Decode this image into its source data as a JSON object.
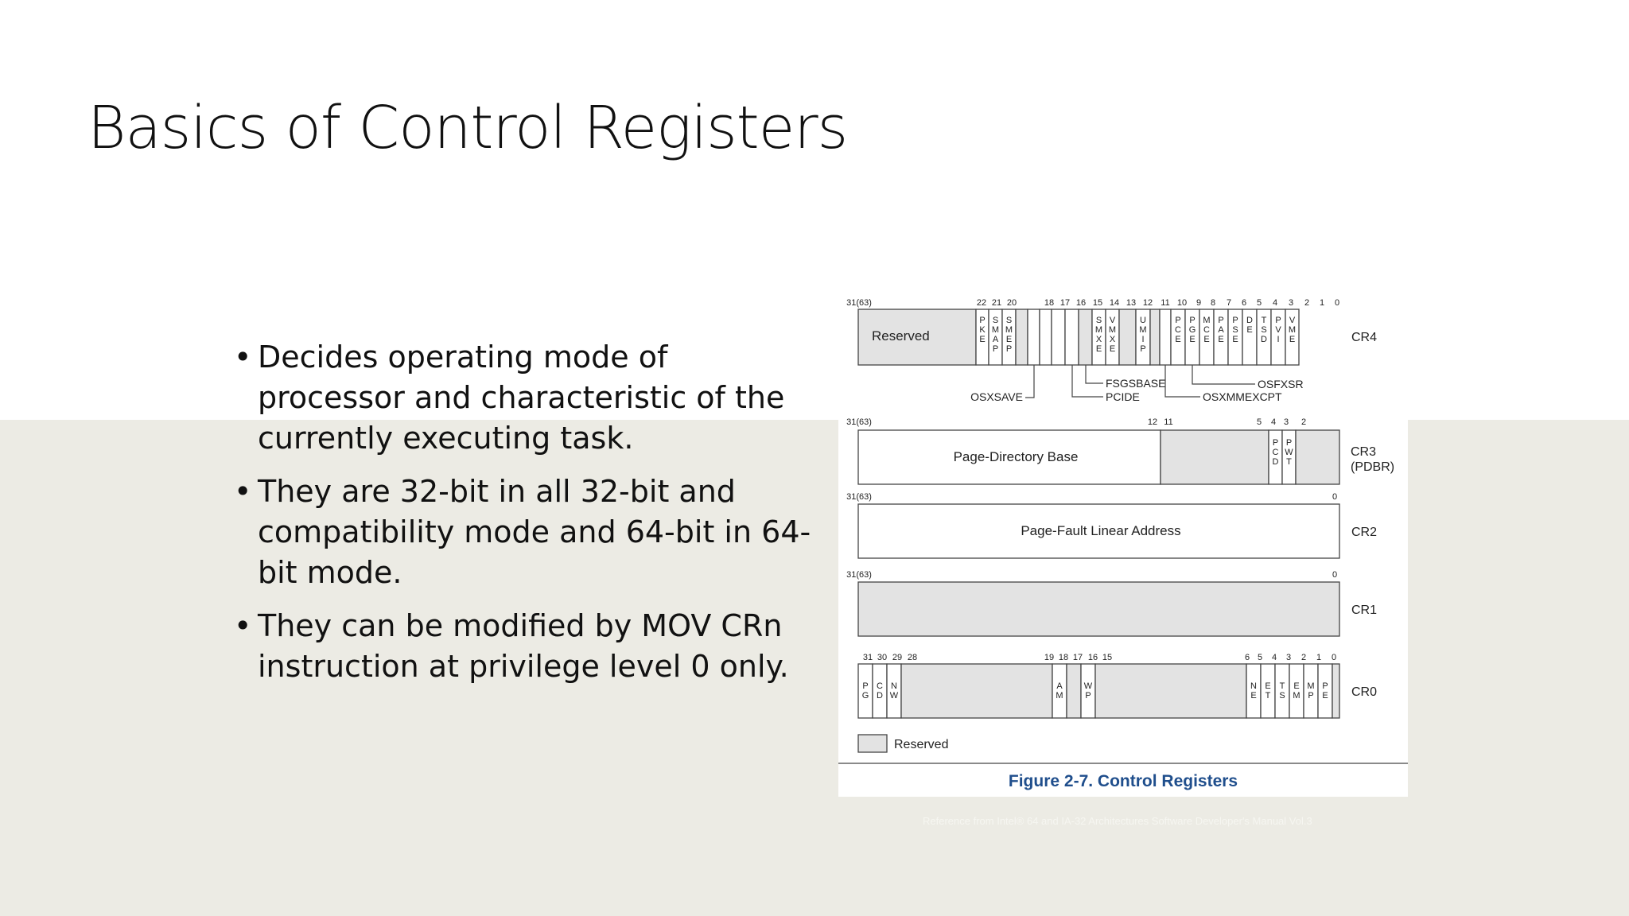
{
  "slide": {
    "title": "Basics of Control Registers",
    "bullets": [
      "Decides operating mode of processor and characteristic of the currently executing task.",
      "They are 32-bit in all 32-bit and compatibility mode and 64-bit in 64-bit mode.",
      "They can be modified by MOV CRn instruction at privilege level 0 only."
    ],
    "bullet_symbol": "•",
    "reference": "Reference from Intel® 64 and IA-32 Architectures Software Developer's Manual Vol.3"
  },
  "colors": {
    "band": "#ecebe4",
    "reserved_fill": "#e3e3e3",
    "caption": "#1f4e8c",
    "line": "#444444"
  },
  "diagram": {
    "caption": "Figure 2-7.  Control Registers",
    "legend_label": "Reserved",
    "registers": [
      {
        "name": "CR4",
        "bit_labels": [
          "31(63)",
          "22",
          "21",
          "20",
          "18",
          "17",
          "16",
          "15",
          "14",
          "13",
          "12",
          "11",
          "10",
          "9",
          "8",
          "7",
          "6",
          "5",
          "4",
          "3",
          "2",
          "1",
          "0"
        ],
        "fields": [
          {
            "label": "Reserved"
          },
          {
            "label": "PKE"
          },
          {
            "label": "SMAP"
          },
          {
            "label": "SMEP"
          },
          {
            "label": "SMXE"
          },
          {
            "label": "VMXE"
          },
          {
            "label": "UMIP"
          },
          {
            "label": "PCE"
          },
          {
            "label": "PGE"
          },
          {
            "label": "MCE"
          },
          {
            "label": "PAE"
          },
          {
            "label": "PSE"
          },
          {
            "label": "DE"
          },
          {
            "label": "TSD"
          },
          {
            "label": "PVI"
          },
          {
            "label": "VME"
          }
        ],
        "callouts": [
          "OSXSAVE",
          "FSGSBASE",
          "PCIDE",
          "OSXMMEXCPT",
          "OSFXSR"
        ]
      },
      {
        "name": "CR3",
        "name_sub": "(PDBR)",
        "bit_labels": [
          "31(63)",
          "12",
          "11",
          "5",
          "4",
          "3",
          "2"
        ],
        "fields": [
          {
            "label": "Page-Directory Base"
          },
          {
            "label": "PCD"
          },
          {
            "label": "PWT"
          }
        ]
      },
      {
        "name": "CR2",
        "bit_labels": [
          "31(63)",
          "0"
        ],
        "fields": [
          {
            "label": "Page-Fault Linear Address"
          }
        ]
      },
      {
        "name": "CR1",
        "bit_labels": [
          "31(63)",
          "0"
        ],
        "fields": []
      },
      {
        "name": "CR0",
        "bit_labels": [
          "31",
          "30",
          "29",
          "28",
          "19",
          "18",
          "17",
          "16",
          "15",
          "6",
          "5",
          "4",
          "3",
          "2",
          "1",
          "0"
        ],
        "fields": [
          {
            "label": "PG"
          },
          {
            "label": "CD"
          },
          {
            "label": "NW"
          },
          {
            "label": "AM"
          },
          {
            "label": "WP"
          },
          {
            "label": "NE"
          },
          {
            "label": "ET"
          },
          {
            "label": "TS"
          },
          {
            "label": "EM"
          },
          {
            "label": "MP"
          },
          {
            "label": "PE"
          }
        ]
      }
    ]
  }
}
